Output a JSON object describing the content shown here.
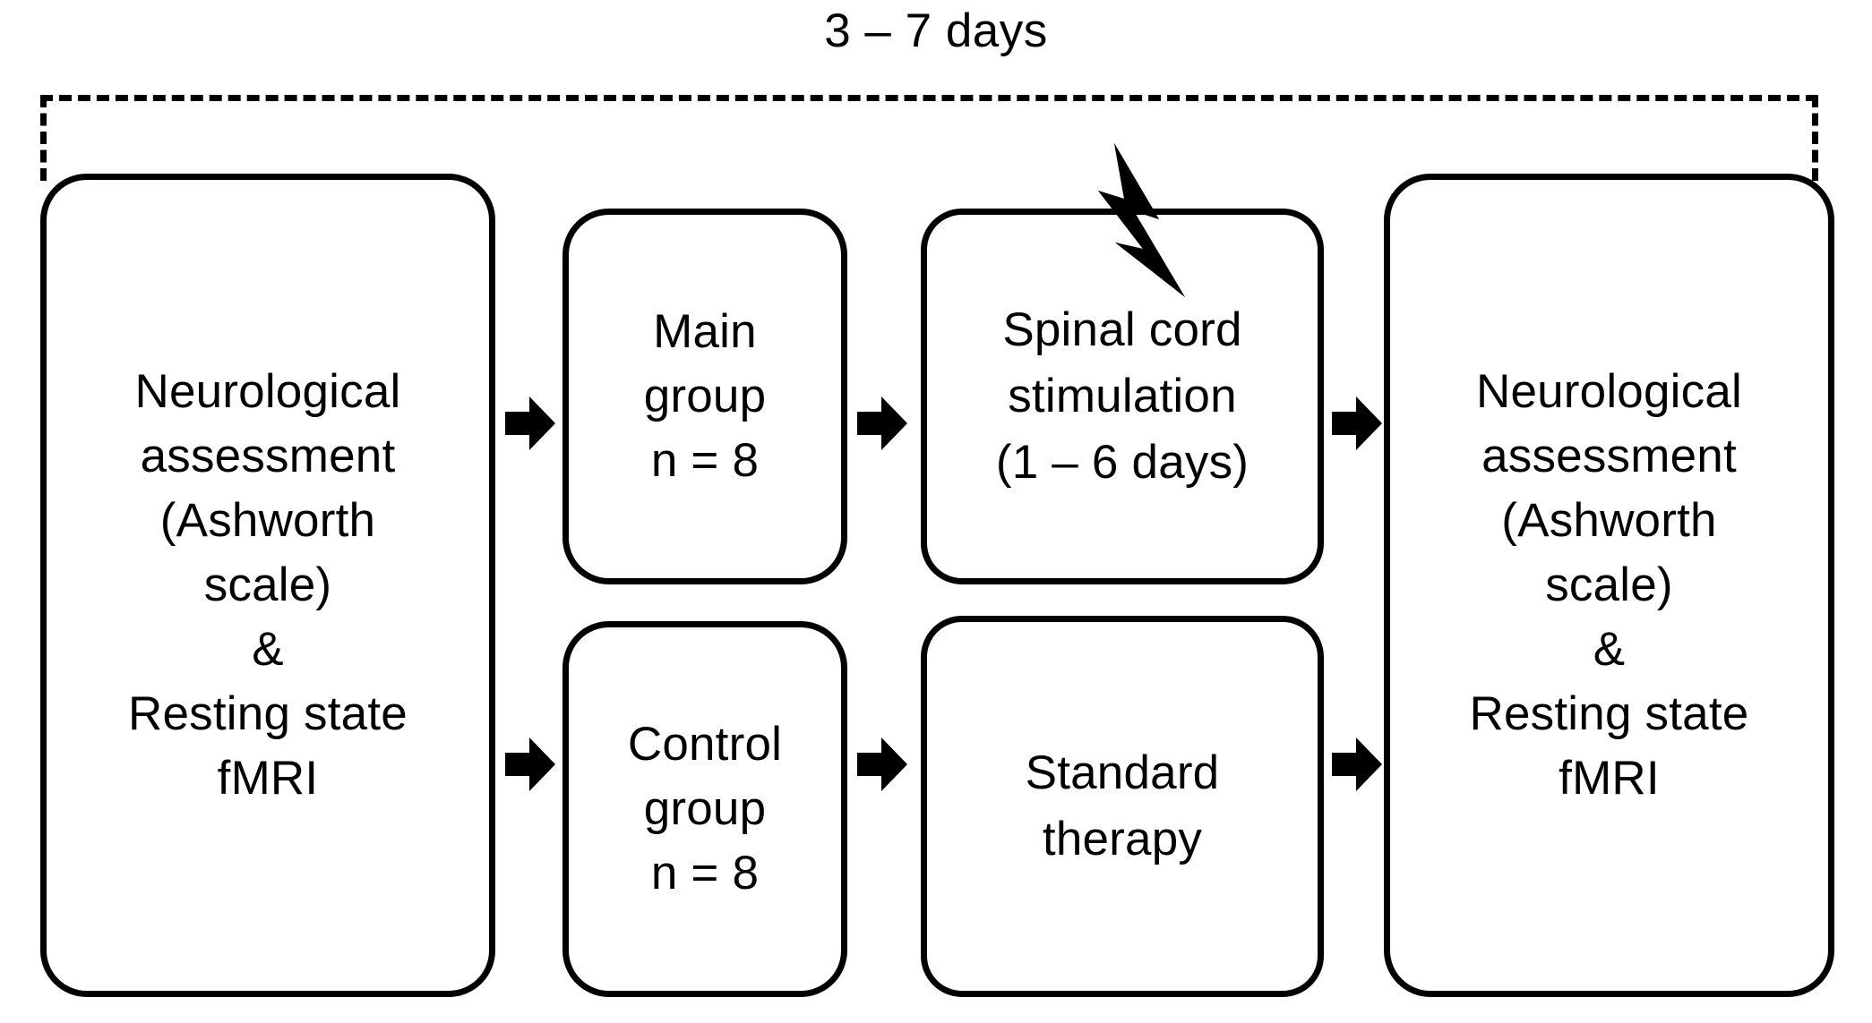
{
  "diagram": {
    "title_label": "3 – 7 days",
    "bracket": {
      "name": "study-duration-bracket",
      "style": "dashed",
      "label": "3 – 7 days"
    },
    "boxes": [
      {
        "id": "assessment-pre",
        "text": "Neurological\nassessment\n(Ashworth\nscale)\n&\nResting state\nfMRI"
      },
      {
        "id": "main-group",
        "text": "Main\ngroup\nn = 8"
      },
      {
        "id": "stimulation",
        "text": "Spinal cord\nstimulation\n(1 – 6 days)"
      },
      {
        "id": "assessment-post",
        "text": "Neurological\nassessment\n(Ashworth\nscale)\n&\nResting state\nfMRI"
      },
      {
        "id": "control-group",
        "text": "Control\ngroup\nn = 8"
      },
      {
        "id": "standard-therapy",
        "text": "Standard\ntherapy"
      }
    ],
    "icons": {
      "lightning": "lightning-bolt-icon",
      "arrow": "arrow-right-icon"
    },
    "colors": {
      "stroke": "#000000",
      "background": "#ffffff",
      "text": "#000000"
    }
  }
}
